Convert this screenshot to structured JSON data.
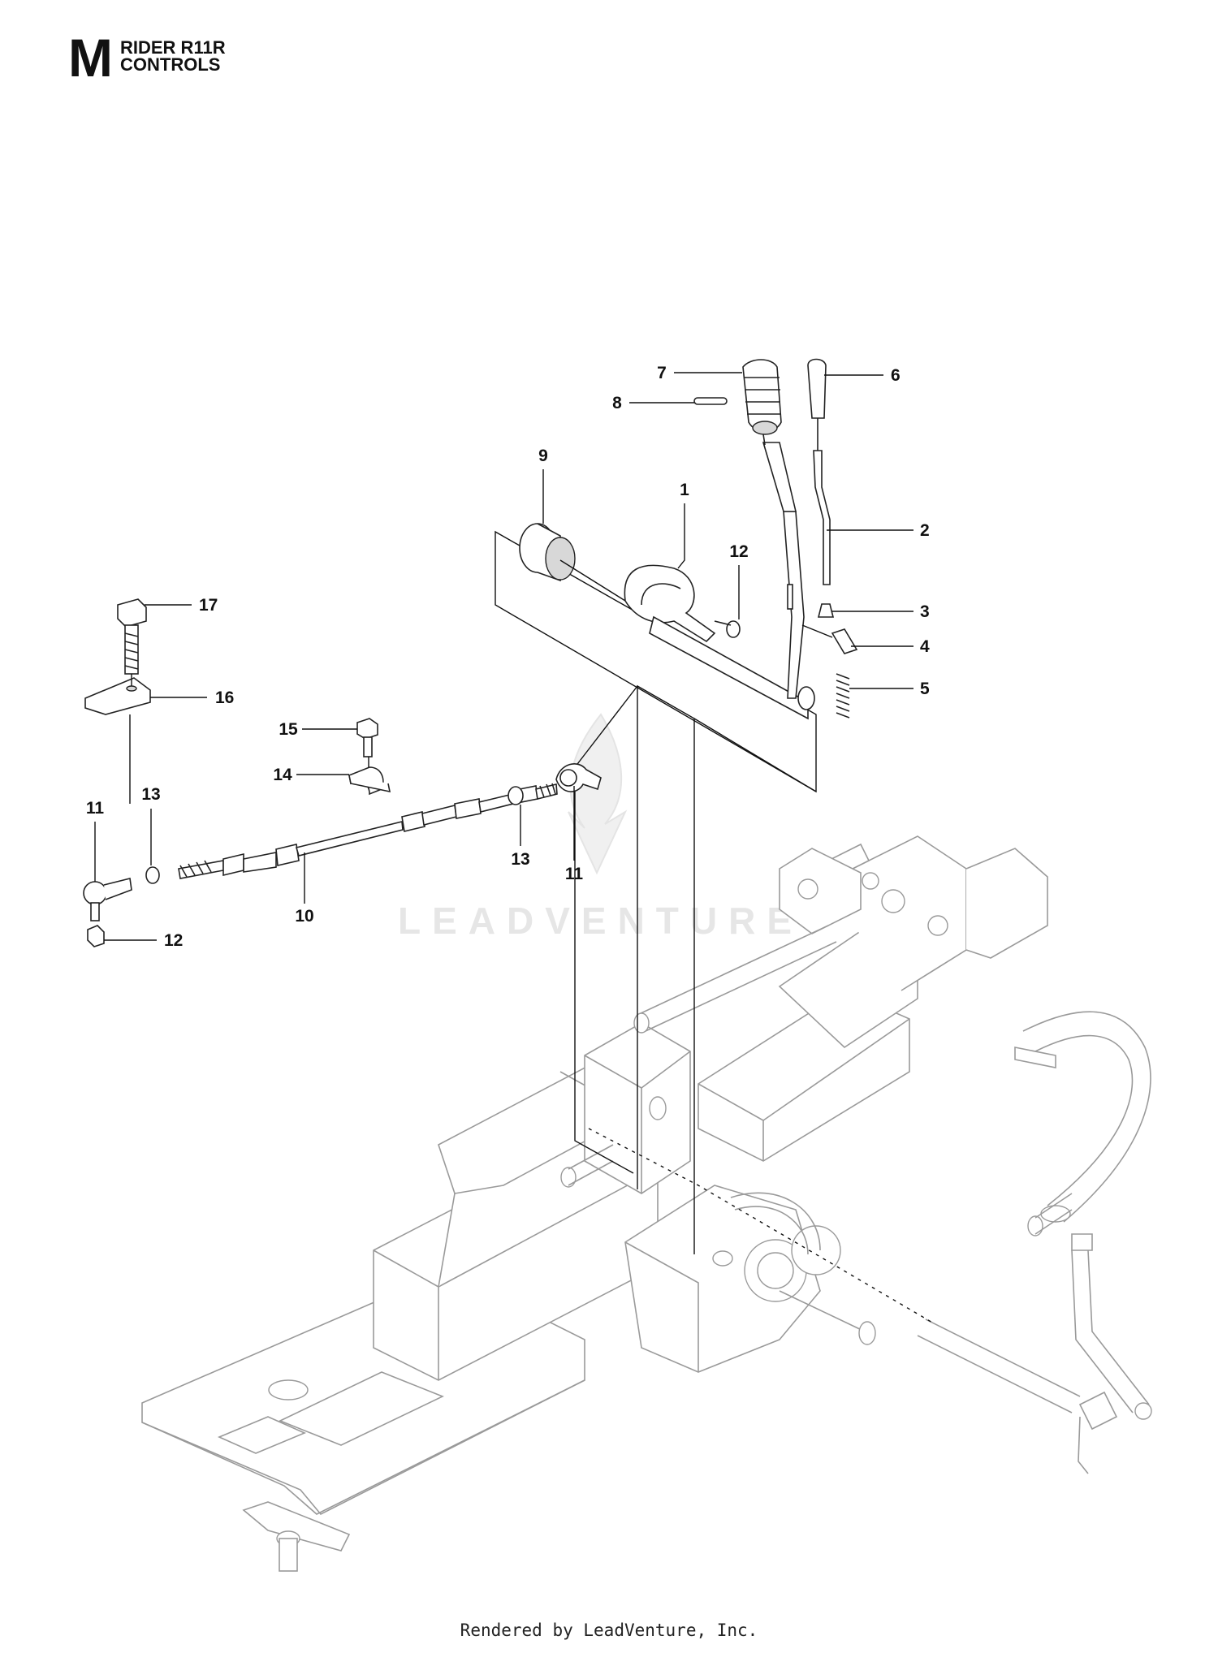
{
  "header": {
    "section_letter": "M",
    "title_line1": "RIDER R11R",
    "title_line2": "CONTROLS"
  },
  "watermark": {
    "text": "LEADVENTURE"
  },
  "footer": {
    "text": "Rendered by LeadVenture, Inc."
  },
  "callouts": [
    {
      "label": "1"
    },
    {
      "label": "2"
    },
    {
      "label": "3"
    },
    {
      "label": "4"
    },
    {
      "label": "5"
    },
    {
      "label": "6"
    },
    {
      "label": "7"
    },
    {
      "label": "8"
    },
    {
      "label": "9"
    },
    {
      "label": "10"
    },
    {
      "label": "11"
    },
    {
      "label": "11"
    },
    {
      "label": "12"
    },
    {
      "label": "12"
    },
    {
      "label": "13"
    },
    {
      "label": "13"
    },
    {
      "label": "14"
    },
    {
      "label": "15"
    },
    {
      "label": "16"
    },
    {
      "label": "17"
    }
  ]
}
